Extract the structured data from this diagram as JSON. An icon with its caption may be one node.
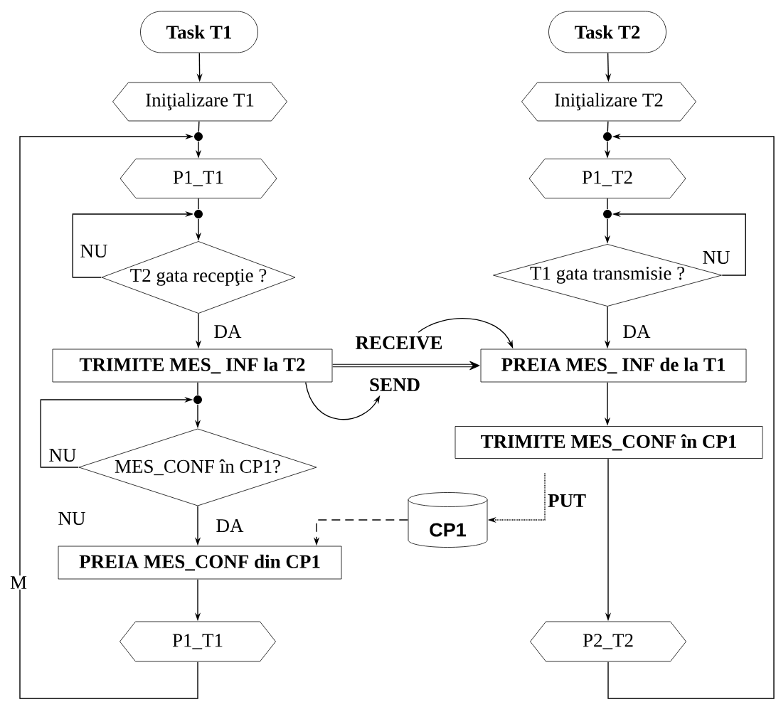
{
  "diagram": {
    "nodes": [
      {
        "text": [
          "Task T1"
        ]
      },
      {
        "text": [
          "Iniţializare T1"
        ]
      },
      {
        "text": [],
        "shape": "circle"
      },
      {
        "text": [
          "P1_T1"
        ]
      },
      {
        "text": [],
        "shape": "circle"
      },
      {
        "text": [
          "T2 gata recepţie ?"
        ]
      },
      {
        "text": [
          "TRIMITE MES_ INF la T2"
        ]
      },
      {
        "text": [],
        "shape": "circle"
      },
      {
        "text": [
          "MES_CONF în CP1?"
        ]
      },
      {
        "text": [
          "PREIA  MES_CONF din CP1"
        ]
      },
      {
        "text": [
          "P1_T1"
        ]
      },
      {
        "text": [
          "Task T2"
        ]
      },
      {
        "text": [
          "Iniţializare T2"
        ]
      },
      {
        "text": [],
        "shape": "circle"
      },
      {
        "text": [
          "P1_T2"
        ]
      },
      {
        "text": [],
        "shape": "circle"
      },
      {
        "text": [
          "T1 gata transmisie ?"
        ]
      },
      {
        "text": [
          "PREIA MES_ INF de la T1"
        ]
      },
      {
        "text": [
          "TRIMITE  MES_CONF în CP1"
        ]
      },
      {
        "text": [
          "P2_T2"
        ]
      },
      {
        "text": [
          "CP1"
        ]
      },
      {
        "text": [
          "RECEIVE"
        ]
      },
      {
        "text": [
          "SEND"
        ]
      }
    ],
    "edges": [
      {
        "from": 0,
        "to": 1,
        "arrow": "to"
      },
      {
        "from": 1,
        "to": 2,
        "arrow": "none"
      },
      {
        "from": 2,
        "to": 3,
        "arrow": "to"
      },
      {
        "from": 3,
        "to": 4,
        "arrow": "none"
      },
      {
        "from": 4,
        "to": 5,
        "arrow": "to"
      },
      {
        "from": 5,
        "to": 6,
        "arrow": "to",
        "label": "DA"
      },
      {
        "from": 5,
        "to": 4,
        "arrow": "to",
        "label": "NU"
      },
      {
        "from": 6,
        "to": 7,
        "arrow": "none"
      },
      {
        "from": 7,
        "to": 8,
        "arrow": "to"
      },
      {
        "from": 8,
        "to": 9,
        "arrow": "to",
        "label": "DA"
      },
      {
        "from": 8,
        "to": 7,
        "arrow": "to",
        "label": "NU"
      },
      {
        "from": 9,
        "to": 10,
        "arrow": "to"
      },
      {
        "from": 10,
        "to": 2,
        "arrow": "to",
        "label": "M"
      },
      {
        "from": 11,
        "to": 12,
        "arrow": "to"
      },
      {
        "from": 12,
        "to": 13,
        "arrow": "none"
      },
      {
        "from": 13,
        "to": 14,
        "arrow": "to"
      },
      {
        "from": 14,
        "to": 15,
        "arrow": "none"
      },
      {
        "from": 15,
        "to": 16,
        "arrow": "to"
      },
      {
        "from": 16,
        "to": 17,
        "arrow": "to",
        "label": "DA"
      },
      {
        "from": 16,
        "to": 15,
        "arrow": "to",
        "label": "NU"
      },
      {
        "from": 17,
        "to": 18,
        "arrow": "to"
      },
      {
        "from": 18,
        "to": 19,
        "arrow": "to"
      },
      {
        "from": 19,
        "to": 13,
        "arrow": "to"
      },
      {
        "from": 6,
        "to": 17,
        "arrow": "to",
        "style": "thick"
      },
      {
        "from": 21,
        "to": 17,
        "arrow": "to"
      },
      {
        "from": 6,
        "to": 22,
        "arrow": "to"
      },
      {
        "from": 18,
        "to": 20,
        "arrow": "to",
        "style": "dashed",
        "label": "PUT"
      },
      {
        "from": 20,
        "to": 9,
        "arrow": "to",
        "style": "dashed"
      }
    ],
    "labels": [
      "NU"
    ]
  }
}
